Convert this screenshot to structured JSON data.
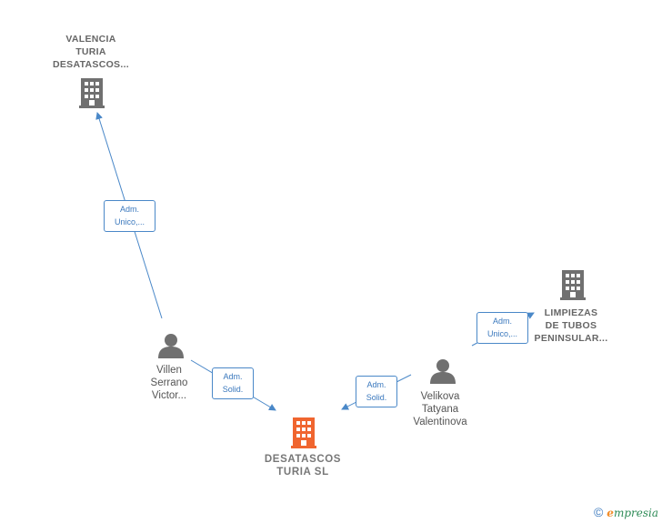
{
  "nodes": {
    "valencia": {
      "label": "VALENCIA\nTURIA\nDESATASCOS..."
    },
    "limpiezas": {
      "label": "LIMPIEZAS\nDE TUBOS\nPENINSULAR..."
    },
    "desatascos": {
      "label": "DESATASCOS\nTURIA  SL"
    },
    "villen": {
      "label": "Villen\nSerrano\nVictor..."
    },
    "velikova": {
      "label": "Velikova\nTatyana\nValentinova"
    }
  },
  "roles": {
    "villen_valencia": "Adm.\nUnico,...",
    "villen_desatascos": "Adm.\nSolid.",
    "velikova_desatascos": "Adm.\nSolid.",
    "velikova_limpiezas": "Adm.\nUnico,..."
  },
  "colors": {
    "company": "#707070",
    "main_company": "#f0652f",
    "person": "#707070",
    "edge": "#4a88c8"
  },
  "footer": {
    "copyright": "©",
    "brand_initial": "e",
    "brand_rest": "mpresia"
  }
}
